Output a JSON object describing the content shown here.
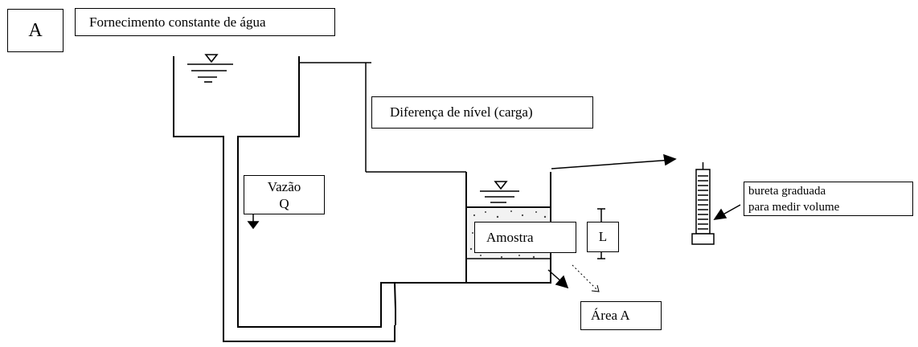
{
  "panel_label": "A",
  "labels": {
    "supply": "Fornecimento constante de água",
    "head_difference": "Diferença de nível (carga)",
    "flow_line1": "Vazão",
    "flow_line2": "Q",
    "sample": "Amostra",
    "length": "L",
    "burette_line1": "bureta graduada",
    "burette_line2": "para medir volume",
    "area": "Área A"
  }
}
